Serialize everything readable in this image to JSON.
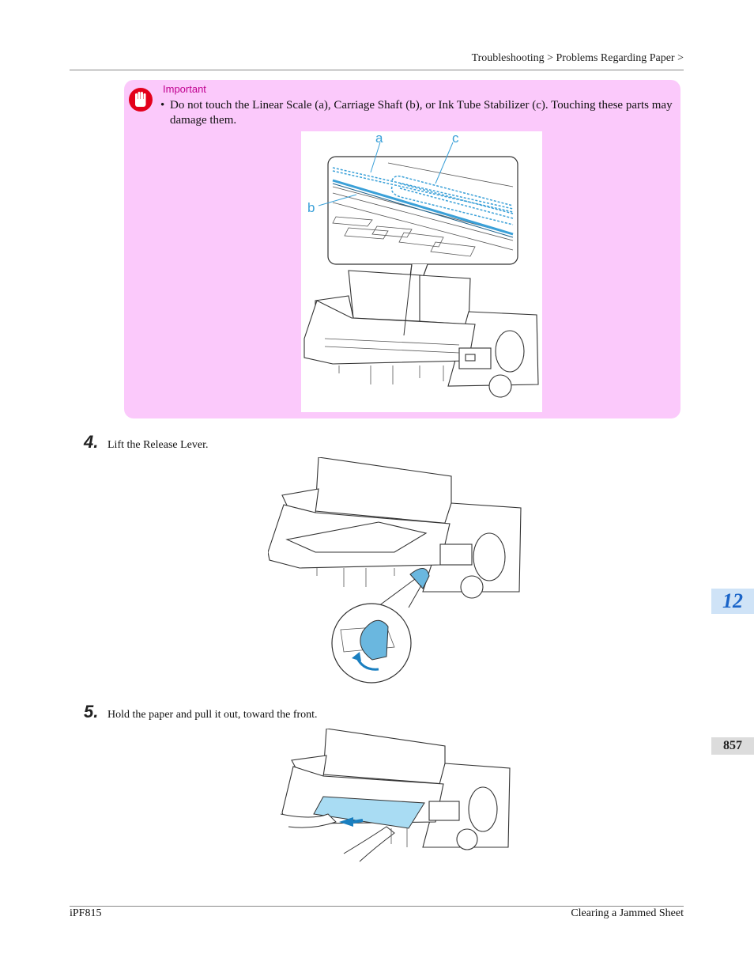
{
  "header": {
    "breadcrumb": "Troubleshooting > Problems Regarding Paper >"
  },
  "important": {
    "label": "Important",
    "bullet": "•",
    "text": "Do not touch the Linear Scale (a), Carriage Shaft (b), or Ink Tube Stabilizer (c). Touching these parts may damage them.",
    "callouts": {
      "a": "a",
      "b": "b",
      "c": "c"
    }
  },
  "steps": [
    {
      "number": "4.",
      "text": "Lift the Release Lever."
    },
    {
      "number": "5.",
      "text": "Hold the paper and pull it out, toward the front."
    }
  ],
  "side_tabs": {
    "chapter": "12",
    "page": "857"
  },
  "footer": {
    "left": "iPF815",
    "right": "Clearing a Jammed Sheet"
  },
  "colors": {
    "important_bg": "#fbc9fb",
    "accent_blue": "#3aa0d8",
    "important_label": "#c0008f"
  }
}
